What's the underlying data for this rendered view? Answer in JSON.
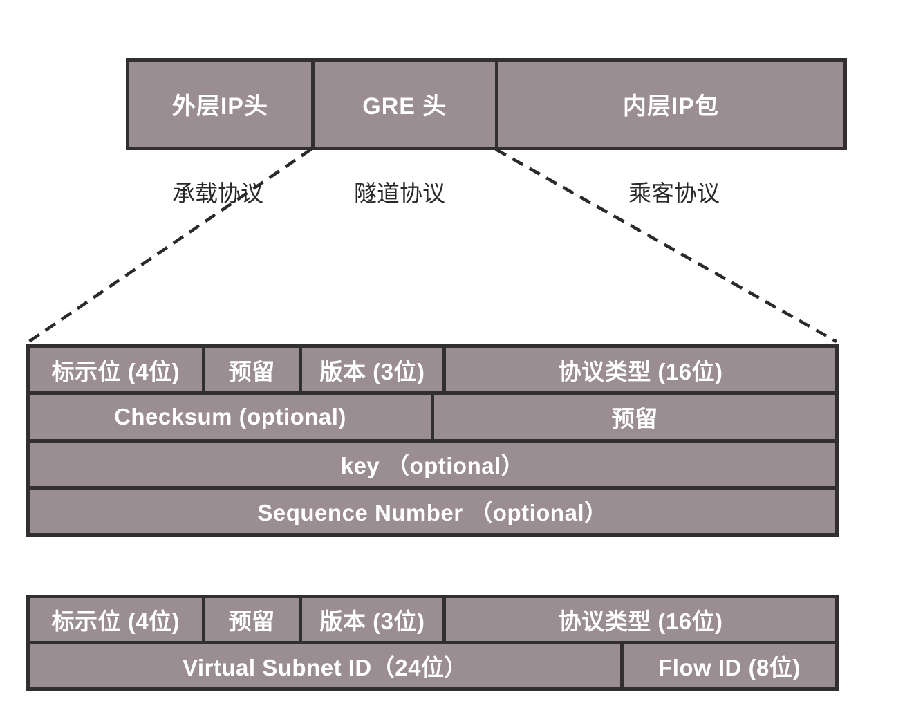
{
  "colors": {
    "box_fill": "#9b8e93",
    "border": "#312f30",
    "text_light": "#ffffff",
    "text_dark": "#2a282a",
    "background": "#ffffff"
  },
  "packet_row": {
    "cells": [
      "外层IP头",
      "GRE 头",
      "内层IP包"
    ]
  },
  "protocol_labels": [
    "承载协议",
    "隧道协议",
    "乘客协议"
  ],
  "gre_table": {
    "row1": [
      "标示位 (4位)",
      "预留",
      "版本 (3位)",
      "协议类型 (16位)"
    ],
    "row2": [
      "Checksum (optional)",
      "预留"
    ],
    "row3": [
      "key （optional）"
    ],
    "row4": [
      "Sequence Number （optional）"
    ]
  },
  "nvgre_table": {
    "row1": [
      "标示位 (4位)",
      "预留",
      "版本 (3位)",
      "协议类型 (16位)"
    ],
    "row2": [
      "Virtual Subnet ID（24位）",
      "Flow ID (8位)"
    ]
  }
}
